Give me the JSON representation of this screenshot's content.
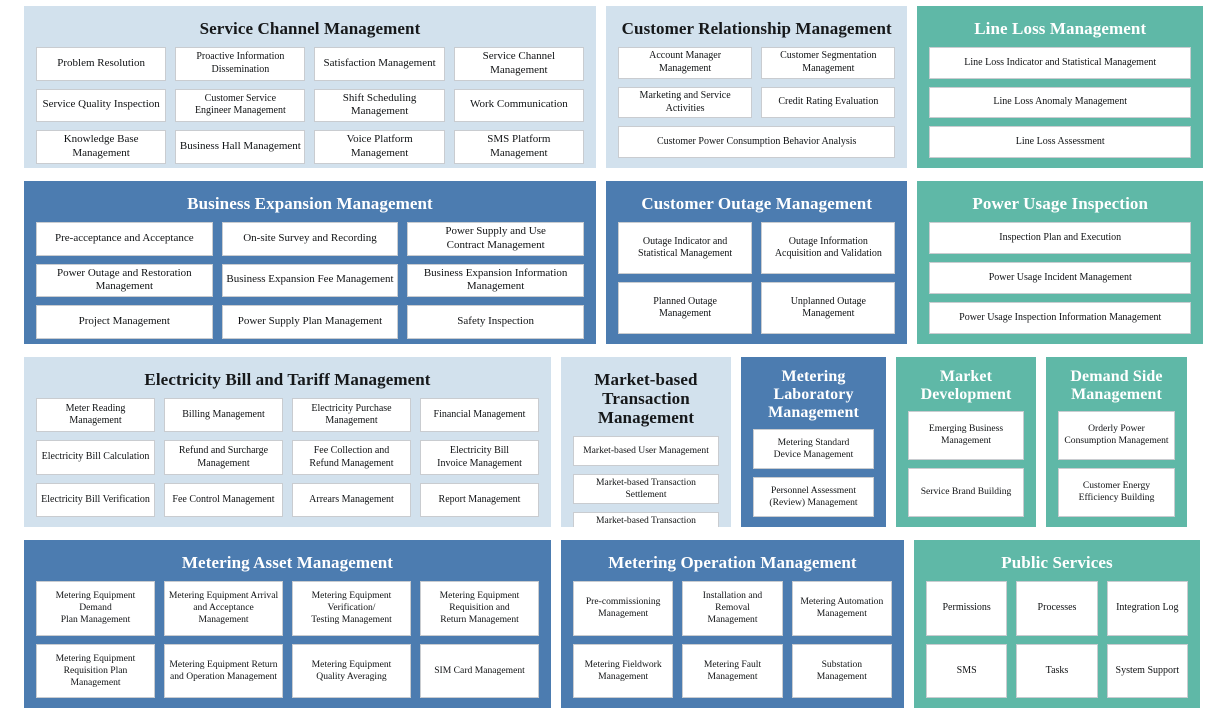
{
  "theme": {
    "light_blue": "#d2e1ed",
    "blue": "#4c7cb0",
    "teal": "#5fb8a7",
    "tile_bg": "#ffffff",
    "page_bg": "#ffffff"
  },
  "panels": [
    {
      "id": "service-channel-management",
      "title": "Service Channel Management",
      "color": "light_blue",
      "tiles": [
        "Problem Resolution",
        "Proactive Information\nDissemination",
        "Satisfaction Management",
        "Service Channel Management",
        "Service Quality Inspection",
        "Customer Service\nEngineer Management",
        "Shift Scheduling Management",
        "Work Communication",
        "Knowledge Base Management",
        "Business Hall Management",
        "Voice Platform Management",
        "SMS Platform Management"
      ]
    },
    {
      "id": "customer-relationship-management",
      "title": "Customer Relationship Management",
      "color": "light_blue",
      "tiles": [
        "Account Manager Management",
        "Customer Segmentation\nManagement",
        "Marketing and Service\nActivities",
        "Credit Rating Evaluation",
        "Customer Power Consumption Behavior Analysis"
      ]
    },
    {
      "id": "line-loss-management",
      "title": "Line Loss Management",
      "color": "teal",
      "tiles": [
        "Line Loss Indicator and Statistical Management",
        "Line Loss Anomaly Management",
        "Line Loss Assessment"
      ]
    },
    {
      "id": "business-expansion-management",
      "title": "Business Expansion Management",
      "color": "blue",
      "tiles": [
        "Pre-acceptance and Acceptance",
        "On-site Survey and Recording",
        "Power Supply and Use\nContract Management",
        "Power Outage and Restoration\nManagement",
        "Business Expansion Fee Management",
        "Business Expansion Information\nManagement",
        "Project Management",
        "Power Supply Plan Management",
        "Safety Inspection"
      ]
    },
    {
      "id": "customer-outage-management",
      "title": "Customer Outage Management",
      "color": "blue",
      "tiles": [
        "Outage Indicator and\nStatistical Management",
        "Outage Information\nAcquisition and Validation",
        "Planned Outage\nManagement",
        "Unplanned Outage\nManagement"
      ]
    },
    {
      "id": "power-usage-inspection",
      "title": "Power Usage Inspection",
      "color": "teal",
      "tiles": [
        "Inspection Plan and Execution",
        "Power Usage Incident Management",
        "Power Usage Inspection Information Management"
      ]
    },
    {
      "id": "electricity-bill-and-tariff-management",
      "title": "Electricity Bill and Tariff Management",
      "color": "light_blue",
      "tiles": [
        "Meter Reading Management",
        "Billing Management",
        "Electricity Purchase\nManagement",
        "Financial Management",
        "Electricity Bill Calculation",
        "Refund and Surcharge\nManagement",
        "Fee Collection and\nRefund Management",
        "Electricity Bill\nInvoice Management",
        "Electricity Bill Verification",
        "Fee Control Management",
        "Arrears Management",
        "Report Management"
      ]
    },
    {
      "id": "market-based-transaction-management",
      "title": "Market-based\nTransaction Management",
      "color": "light_blue",
      "tiles": [
        "Market-based User Management",
        "Market-based Transaction\nSettlement",
        "Market-based Transaction\nRefund and Surcharge"
      ]
    },
    {
      "id": "metering-laboratory-management",
      "title": "Metering Laboratory\nManagement",
      "color": "blue",
      "tiles": [
        "Metering Standard\nDevice Management",
        "Personnel Assessment\n(Review) Management"
      ]
    },
    {
      "id": "market-development",
      "title": "Market\nDevelopment",
      "color": "teal",
      "tiles": [
        "Emerging Business\nManagement",
        "Service Brand Building"
      ]
    },
    {
      "id": "demand-side-management",
      "title": "Demand Side\nManagement",
      "color": "teal",
      "tiles": [
        "Orderly Power\nConsumption Management",
        "Customer Energy\nEfficiency Building"
      ]
    },
    {
      "id": "metering-asset-management",
      "title": "Metering Asset Management",
      "color": "blue",
      "tiles": [
        "Metering Equipment Demand\nPlan Management",
        "Metering Equipment Arrival\nand Acceptance Management",
        "Metering Equipment\nVerification/\nTesting Management",
        "Metering Equipment\nRequisition and\nReturn Management",
        "Metering Equipment\nRequisition Plan Management",
        "Metering Equipment Return\nand Operation Management",
        "Metering Equipment\nQuality Averaging",
        "SIM Card Management"
      ]
    },
    {
      "id": "metering-operation-management",
      "title": "Metering Operation Management",
      "color": "blue",
      "tiles": [
        "Pre-commissioning\nManagement",
        "Installation and\nRemoval\nManagement",
        "Metering Automation\nManagement",
        "Metering Fieldwork\nManagement",
        "Metering Fault\nManagement",
        "Substation Management"
      ]
    },
    {
      "id": "public-services",
      "title": "Public Services",
      "color": "teal",
      "tiles": [
        "Permissions",
        "Processes",
        "Integration Log",
        "SMS",
        "Tasks",
        "System Support"
      ]
    }
  ]
}
